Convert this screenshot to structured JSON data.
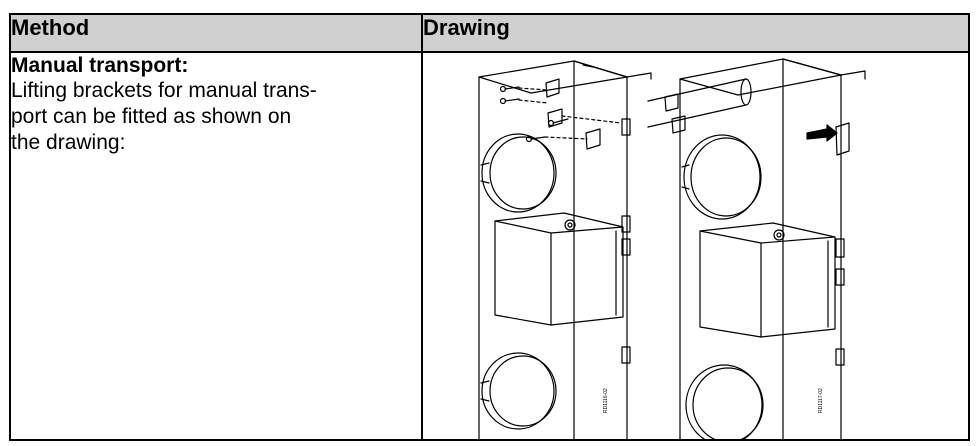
{
  "table": {
    "col1_header": "Method",
    "col2_header": "Drawing"
  },
  "method": {
    "title": "Manual transport:",
    "line1": "Lifting brackets for manual trans-",
    "line2": "port can be fitted as shown on",
    "line3": "the drawing:"
  },
  "drawing": {
    "left_code": "RD1116-02",
    "right_code": "RD1117-02"
  }
}
